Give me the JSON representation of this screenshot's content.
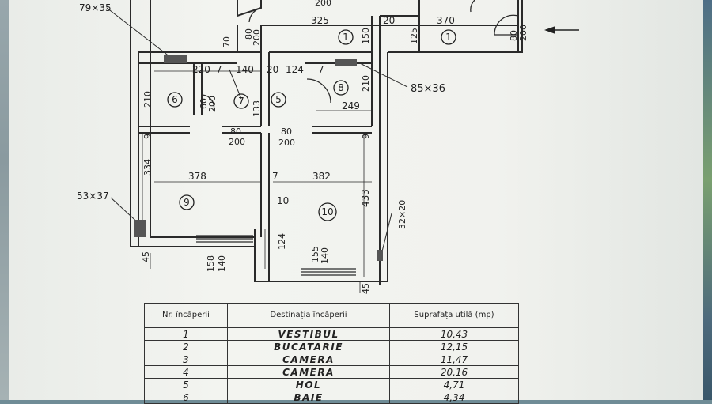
{
  "plan": {
    "dims": {
      "d_79x35": "79×35",
      "d_200_top": "200",
      "d_325": "325",
      "d_20a": "20",
      "d_370": "370",
      "d_70": "70",
      "d_80_200_a": "80",
      "d_80_200_a2": "200",
      "d_150": "150",
      "d_125": "125",
      "d_80_200_b": "80",
      "d_80_200_b2": "200",
      "d_220": "220",
      "d_7a": "7",
      "d_140": "140",
      "d_20b": "20",
      "d_124": "124",
      "d_7b": "7",
      "d_85x36": "85×36",
      "d_210a": "210",
      "d_210b": "210",
      "d_249": "249",
      "d_60": "60",
      "d_200_c": "200",
      "d_133": "133",
      "d_80c": "80",
      "d_200d": "200",
      "d_80d": "80",
      "d_200e": "200",
      "d_9a": "9",
      "d_9b": "9",
      "d_334": "334",
      "d_378": "378",
      "d_7c": "7",
      "d_382": "382",
      "d_53x37": "53×37",
      "d_10": "10",
      "d_433": "433",
      "d_32x20": "32×20",
      "d_124b": "124",
      "d_155": "155",
      "d_140b": "140",
      "d_158": "158",
      "d_140c": "140",
      "d_45a": "45",
      "d_45b": "45"
    },
    "rooms": {
      "r1a": "1",
      "r1b": "1",
      "r5": "5",
      "r6": "6",
      "r7": "7",
      "r8": "8",
      "r9": "9",
      "r10": "10"
    }
  },
  "legend": {
    "headers": {
      "nr": "Nr. încăperii",
      "dest": "Destinația încăperii",
      "surf": "Suprafața utilă (mp)"
    },
    "rows": [
      {
        "nr": "1",
        "dest": "VESTIBUL",
        "surf": "10,43"
      },
      {
        "nr": "2",
        "dest": "BUCATARIE",
        "surf": "12,15"
      },
      {
        "nr": "3",
        "dest": "CAMERA",
        "surf": "11,47"
      },
      {
        "nr": "4",
        "dest": "CAMERA",
        "surf": "20,16"
      },
      {
        "nr": "5",
        "dest": "HOL",
        "surf": "4,71"
      },
      {
        "nr": "6",
        "dest": "BAIE",
        "surf": "4,34"
      }
    ]
  }
}
